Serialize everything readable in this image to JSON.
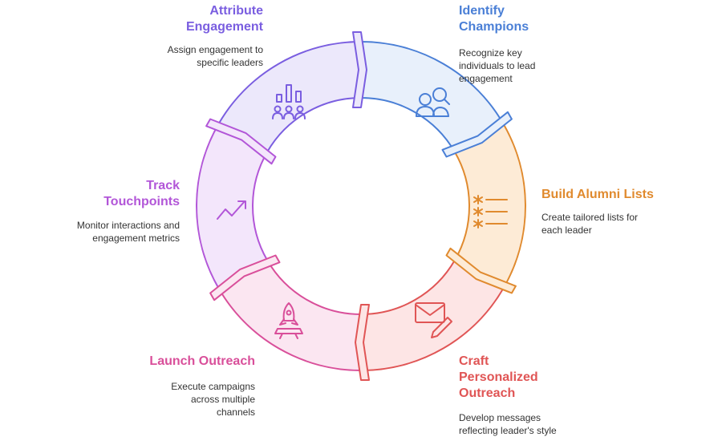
{
  "steps": [
    {
      "key": "identify",
      "title": "Identify\nChampions",
      "desc": "Recognize key\nindividuals to lead\nengagement",
      "color": "#4a7fd6",
      "fill": "#e8f0fb",
      "icon": "people-search-icon"
    },
    {
      "key": "build",
      "title": "Build Alumni Lists",
      "desc": "Create tailored lists for\neach leader",
      "color": "#e08a2e",
      "fill": "#fdebd6",
      "icon": "checklist-icon"
    },
    {
      "key": "craft",
      "title": "Craft\nPersonalized\nOutreach",
      "desc": "Develop messages\nreflecting leader's style",
      "color": "#e05555",
      "fill": "#fde5e5",
      "icon": "envelope-pencil-icon"
    },
    {
      "key": "launch",
      "title": "Launch Outreach",
      "desc": "Execute campaigns\nacross multiple\nchannels",
      "color": "#d94f9a",
      "fill": "#fbe6f1",
      "icon": "rocket-icon"
    },
    {
      "key": "track",
      "title": "Track\nTouchpoints",
      "desc": "Monitor interactions and\nengagement metrics",
      "color": "#b256d8",
      "fill": "#f3e6fb",
      "icon": "trend-arrow-icon"
    },
    {
      "key": "attribute",
      "title": "Attribute\nEngagement",
      "desc": "Assign engagement to\nspecific leaders",
      "color": "#7a5ee0",
      "fill": "#ece8fb",
      "icon": "chart-people-icon"
    }
  ]
}
